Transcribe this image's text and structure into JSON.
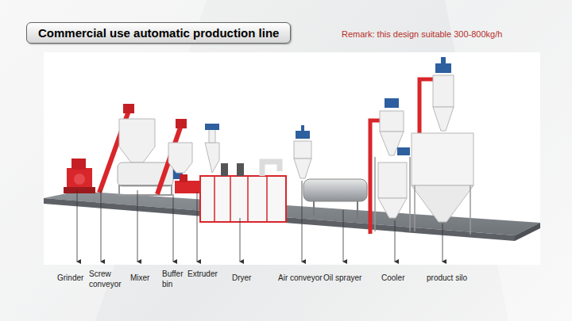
{
  "diagram": {
    "title": "Commercial use automatic production line",
    "labels": [
      "Remark: this design suitable 300-800kg/h",
      "Grinder",
      "Screw conveyor",
      "Mixer",
      "Buffer bin",
      "Extruder",
      "Dryer",
      "Air conveyor",
      "Oil sprayer",
      "Cooler",
      "product silo"
    ]
  }
}
